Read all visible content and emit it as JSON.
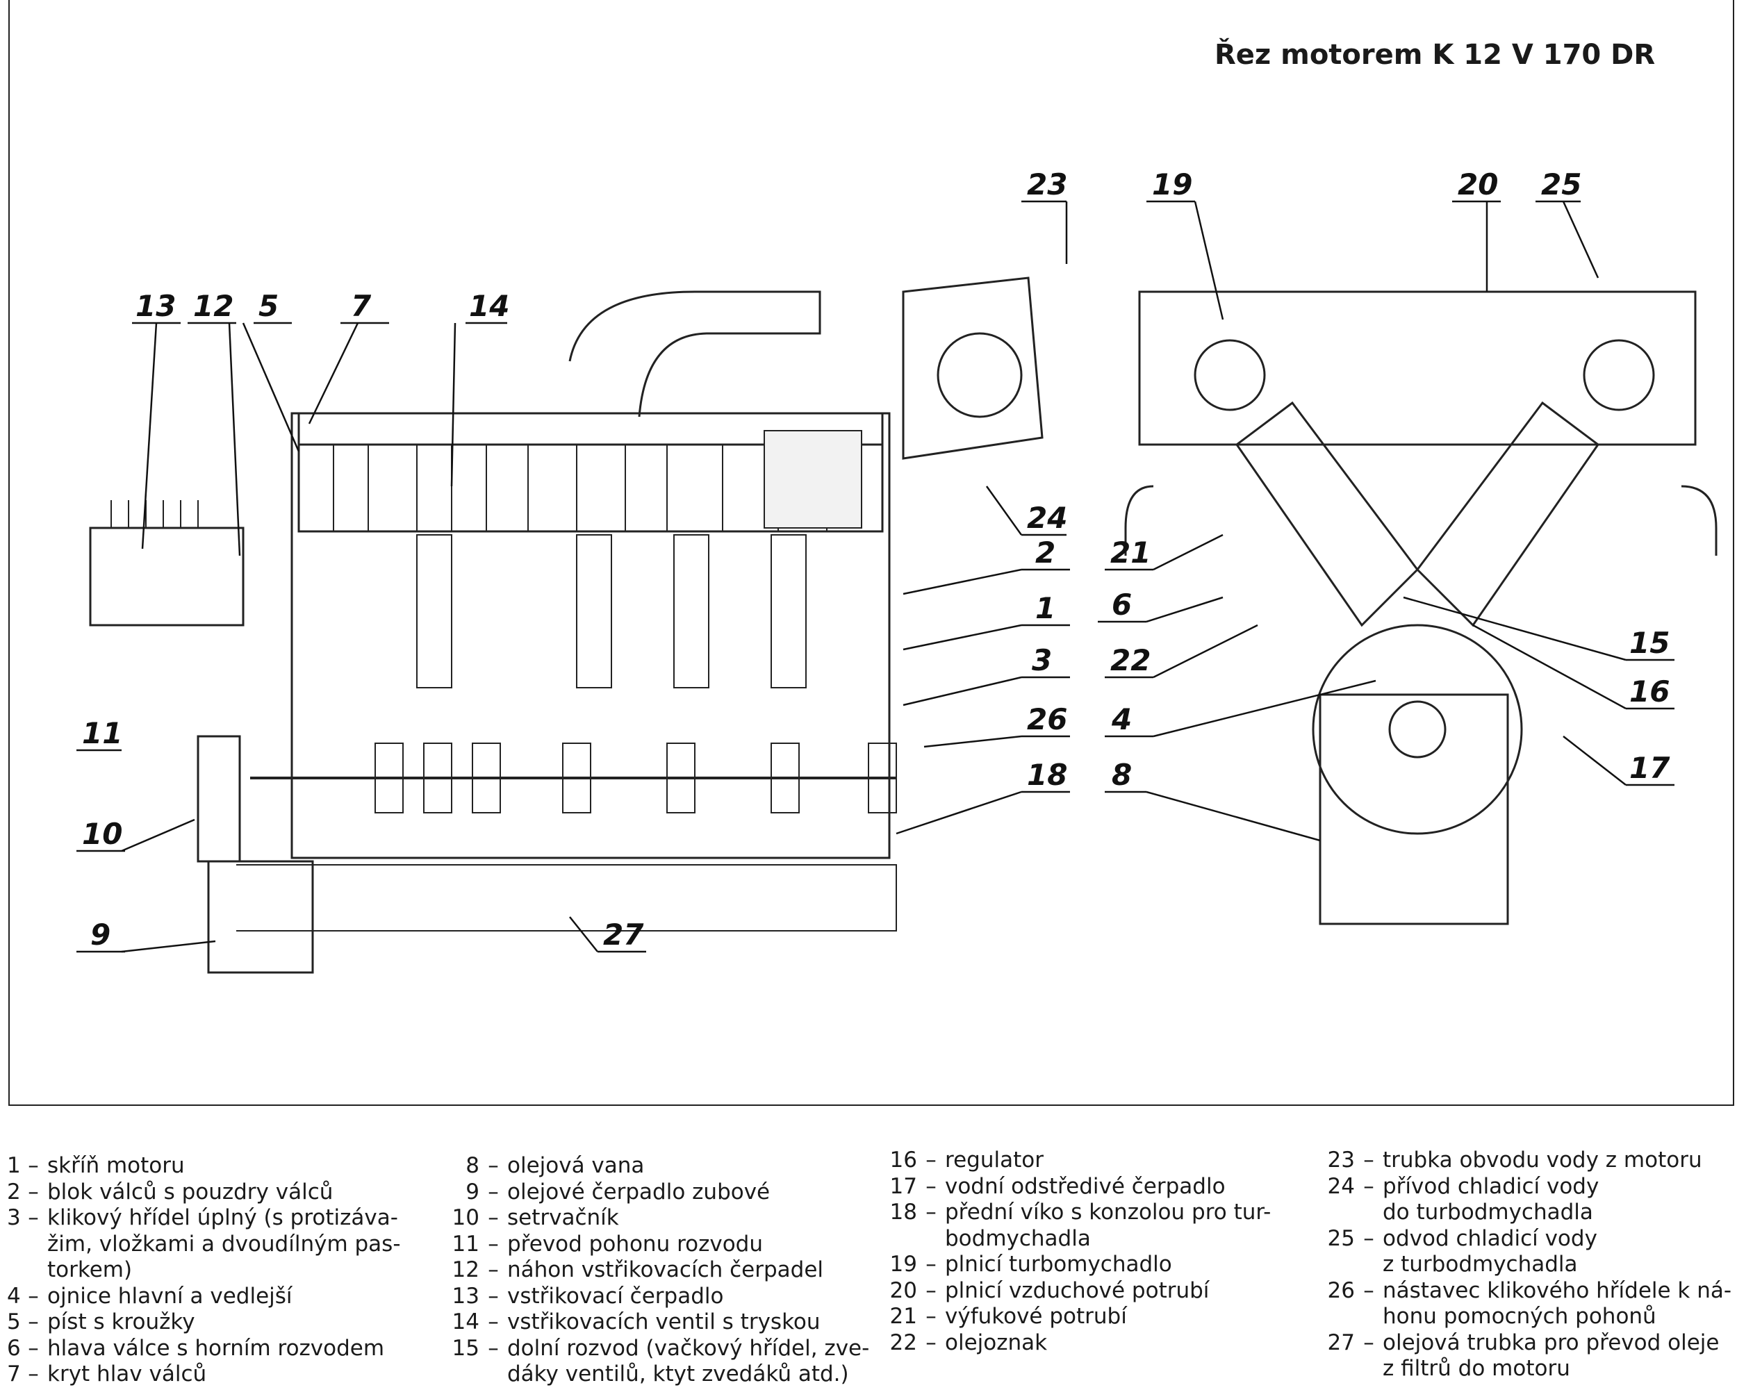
{
  "title": "Řez motorem K 12 V 170 DR",
  "callouts": [
    "13",
    "12",
    "5",
    "7",
    "14",
    "23",
    "19",
    "20",
    "25",
    "11",
    "10",
    "9",
    "27",
    "2",
    "1",
    "3",
    "26",
    "18",
    "24",
    "21",
    "6",
    "22",
    "4",
    "8",
    "15",
    "16",
    "17"
  ],
  "legend": {
    "col1": [
      {
        "num": "1",
        "text": "skříň motoru"
      },
      {
        "num": "2",
        "text": "blok válců s pouzdry válců"
      },
      {
        "num": "3",
        "text": "klikový hřídel úplný (s protizáva-"
      },
      {
        "num": "",
        "text": "žim, vložkami a dvoudílným pas-"
      },
      {
        "num": "",
        "text": "torkem)"
      },
      {
        "num": "4",
        "text": "ojnice hlavní a vedlejší"
      },
      {
        "num": "5",
        "text": "píst s kroužky"
      },
      {
        "num": "6",
        "text": "hlava válce s horním rozvodem"
      },
      {
        "num": "7",
        "text": "kryt hlav válců"
      }
    ],
    "col2": [
      {
        "num": "8",
        "text": "olejová vana"
      },
      {
        "num": "9",
        "text": "olejové čerpadlo zubové"
      },
      {
        "num": "10",
        "text": "setrvačník"
      },
      {
        "num": "11",
        "text": "převod pohonu rozvodu"
      },
      {
        "num": "12",
        "text": "náhon vstřikovacích čerpadel"
      },
      {
        "num": "13",
        "text": "vstřikovací čerpadlo"
      },
      {
        "num": "14",
        "text": "vstřikovacích ventil s tryskou"
      },
      {
        "num": "15",
        "text": "dolní rozvod (vačkový hřídel, zve-"
      },
      {
        "num": "",
        "text": "dáky ventilů, ktyt zvedáků atd.)"
      }
    ],
    "col3": [
      {
        "num": "16",
        "text": "regulator"
      },
      {
        "num": "17",
        "text": "vodní odstředivé čerpadlo"
      },
      {
        "num": "18",
        "text": "přední víko s konzolou pro tur-"
      },
      {
        "num": "",
        "text": "bodmychadla"
      },
      {
        "num": "19",
        "text": "plnicí turbomychadlo"
      },
      {
        "num": "20",
        "text": "plnicí vzduchové potrubí"
      },
      {
        "num": "21",
        "text": "výfukové potrubí"
      },
      {
        "num": "22",
        "text": "olejoznak"
      }
    ],
    "col4": [
      {
        "num": "23",
        "text": "trubka obvodu vody z motoru"
      },
      {
        "num": "24",
        "text": "přívod chladicí vody"
      },
      {
        "num": "",
        "text": "do turbodmychadla"
      },
      {
        "num": "25",
        "text": "odvod chladicí vody"
      },
      {
        "num": "",
        "text": "z turbodmychadla"
      },
      {
        "num": "26",
        "text": "nástavec klikového hřídele k ná-"
      },
      {
        "num": "",
        "text": "honu pomocných pohonů"
      },
      {
        "num": "27",
        "text": "olejová trubka pro převod oleje"
      },
      {
        "num": "",
        "text": "z filtrů do motoru"
      }
    ]
  }
}
